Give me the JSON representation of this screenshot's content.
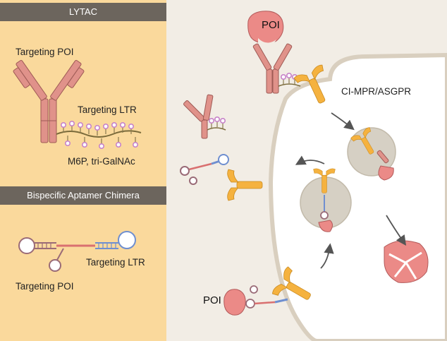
{
  "sections": {
    "lytac": {
      "title": "LYTAC",
      "targeting_poi": "Targeting POI",
      "targeting_ltr": "Targeting LTR",
      "glycan": "M6P, tri-GalNAc"
    },
    "aptamer": {
      "title": "Bispecific Aptamer Chimera",
      "targeting_ltr": "Targeting LTR",
      "targeting_poi": "Targeting POI"
    }
  },
  "cell": {
    "poi_top": "POI",
    "receptor_label": "CI-MPR/ASGPR",
    "poi_bottom": "POI"
  },
  "colors": {
    "left_bg": "#fad99c",
    "right_bg": "#f2ede5",
    "bar": "#6c655d",
    "antibody": "#e0928a",
    "antibody_stroke": "#9e5a55",
    "receptor": "#f5b23f",
    "glycan": "#c782c9",
    "vesicle": "#d6d0c4",
    "lysosome": "#eb8a87"
  }
}
